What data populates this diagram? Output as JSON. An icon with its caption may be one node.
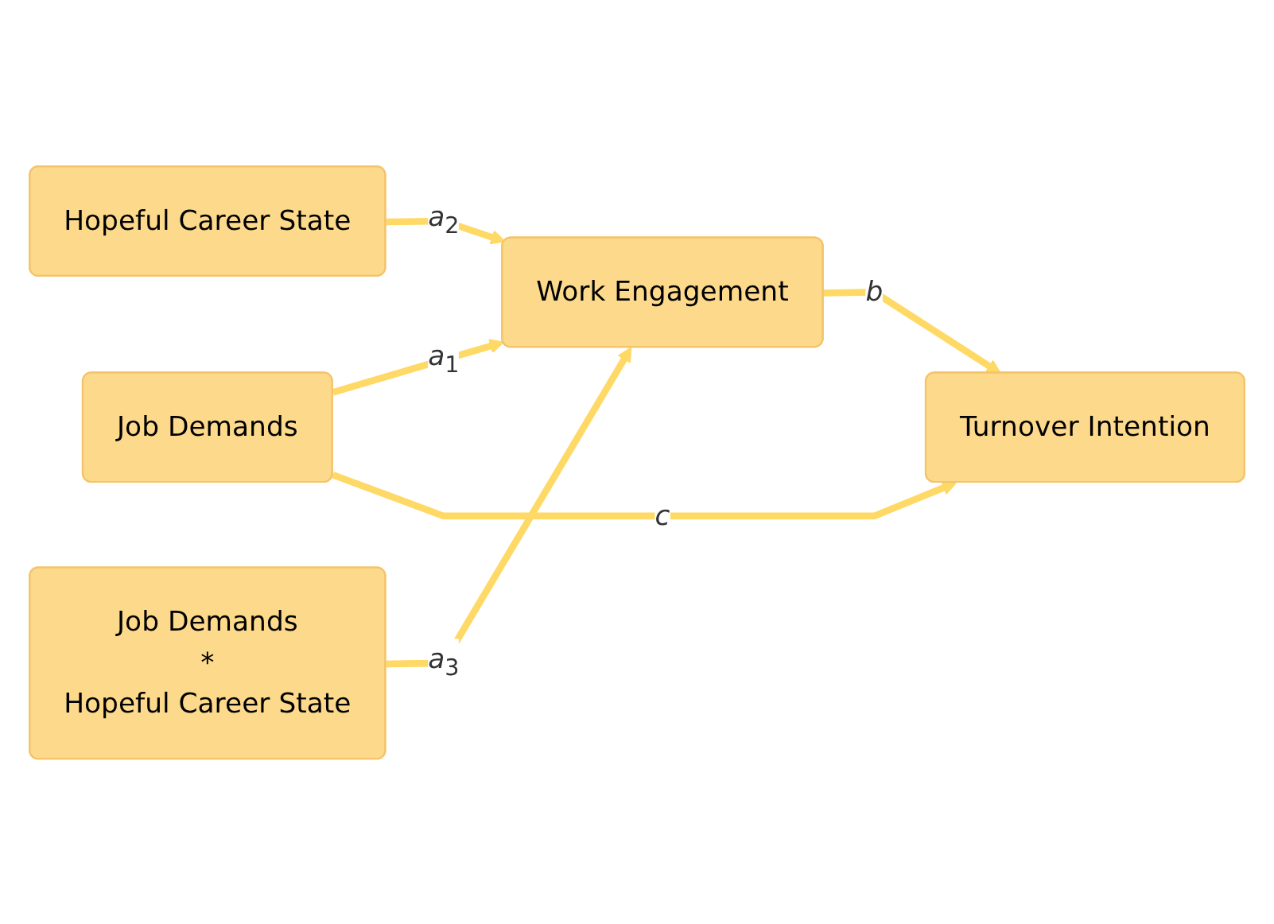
{
  "diagram": {
    "nodes": [
      {
        "text": [
          "Work Engagement"
        ]
      },
      {
        "text": [
          "Job Demands"
        ]
      },
      {
        "text": [
          "Turnover Intention"
        ]
      },
      {
        "text": [
          "Hopeful Career State"
        ]
      },
      {
        "text": [
          "Job Demands",
          "*",
          "Hopeful Career State"
        ]
      }
    ],
    "edges": [
      {
        "from": 1,
        "to": 0,
        "arrow": "to",
        "label": "*a*$_{1}$",
        "color": "#ffd966"
      },
      {
        "from": 3,
        "to": 0,
        "arrow": "to",
        "label": "*a*$_{2}$",
        "color": "#ffd966"
      },
      {
        "from": 4,
        "to": 0,
        "arrow": "to",
        "label": "*a*$_{3}$",
        "color": "#ffd966"
      },
      {
        "from": 0,
        "to": 2,
        "arrow": "to",
        "label": "*b*",
        "color": "#ffd966"
      },
      {
        "from": 1,
        "to": 2,
        "arrow": "to",
        "label": "*c*",
        "color": "#ffd966"
      }
    ]
  }
}
